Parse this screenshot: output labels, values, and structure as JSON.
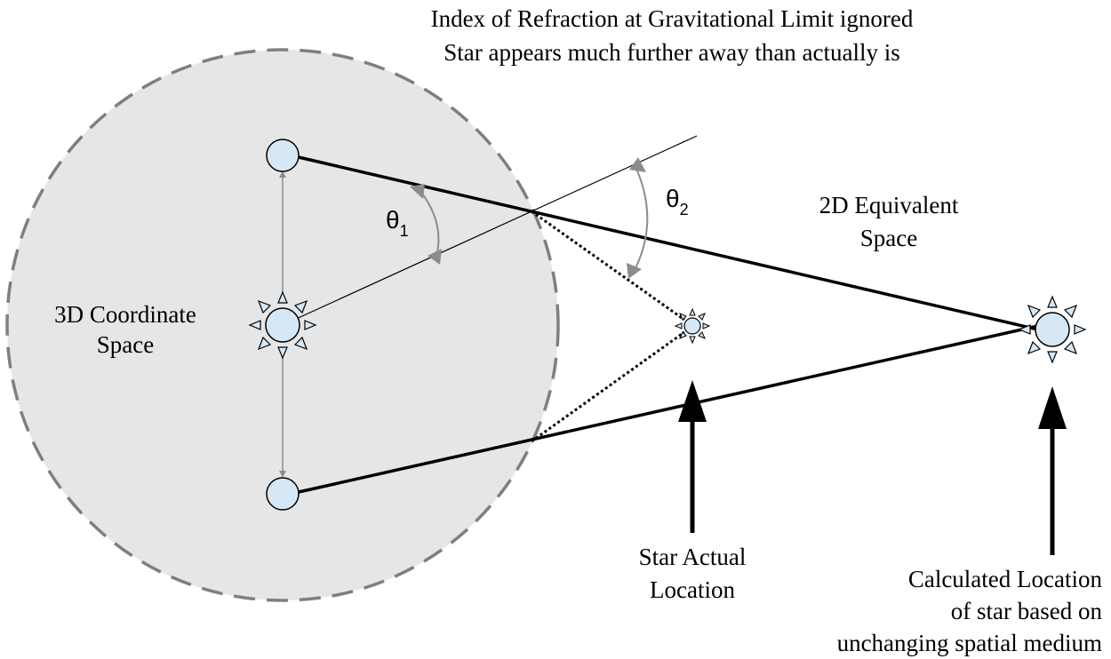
{
  "title_lines": [
    "Index of Refraction at Gravitational Limit ignored",
    "Star appears much further away than actually is"
  ],
  "region_3d_lines": [
    "3D Coordinate",
    "Space"
  ],
  "region_2d_lines": [
    "2D Equivalent",
    "Space"
  ],
  "theta1": {
    "symbol": "θ",
    "subscript": "1"
  },
  "theta2": {
    "symbol": "θ",
    "subscript": "2"
  },
  "actual_location_lines": [
    "Star Actual",
    "Location"
  ],
  "calculated_location_lines": [
    "Calculated Location",
    "of star based on",
    "unchanging spatial medium"
  ],
  "colors": {
    "sphere_fill": "#e6e6e6",
    "sphere_border": "#7f7f7f",
    "node_fill": "#d6e7f5",
    "gray_arrow": "#8c8c8c",
    "line": "#000000"
  }
}
